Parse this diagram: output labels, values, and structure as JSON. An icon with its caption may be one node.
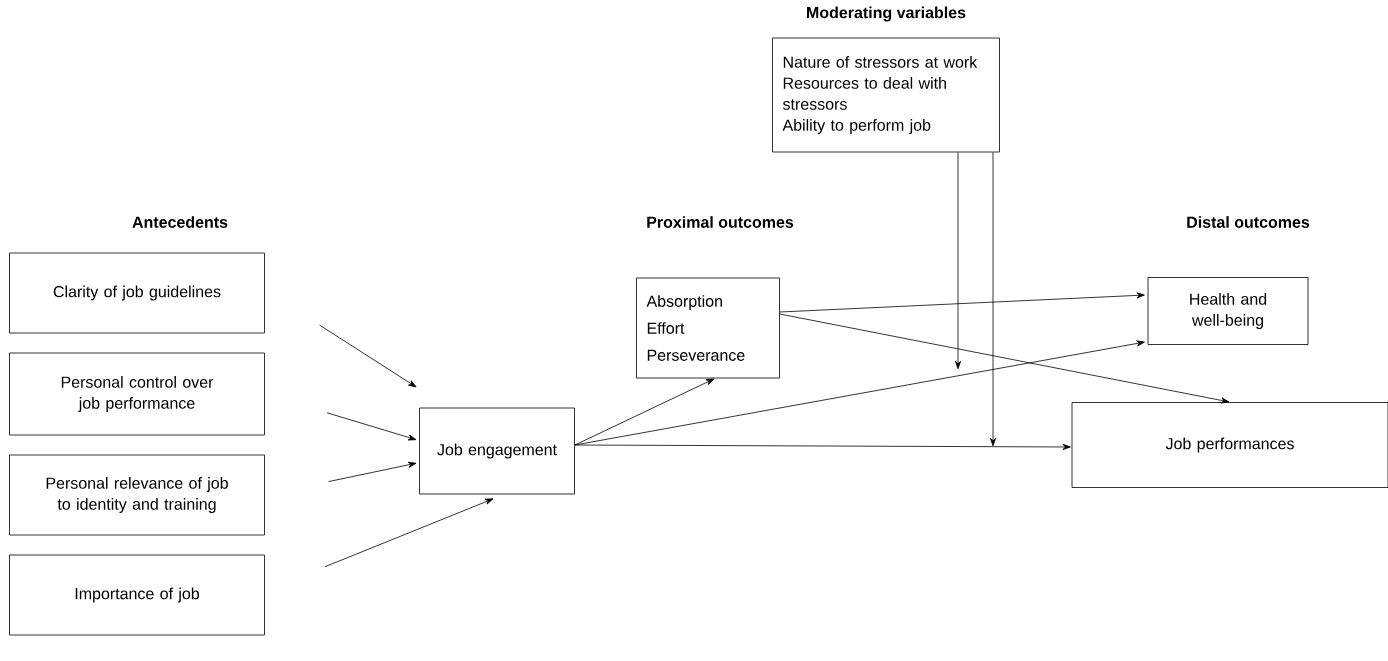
{
  "diagram": {
    "nodes": [
      {
        "text": [
          "Clarity of job guidelines"
        ]
      },
      {
        "text": [
          "Personal control over job performance"
        ]
      },
      {
        "text": [
          "Personal relevance of job to identity and training"
        ]
      },
      {
        "text": [
          "Importance of job"
        ]
      },
      {
        "text": [
          "Job engagement"
        ]
      },
      {
        "text": [
          "Absorption",
          "Effort",
          "Perseverance"
        ]
      },
      {
        "text": [
          "Nature of stressors at work",
          "Resources to deal with stressors",
          "Ability to perform job"
        ]
      },
      {
        "text": [
          "Health and well-being"
        ]
      },
      {
        "text": [
          "Job performances"
        ]
      }
    ],
    "edges": [
      {
        "from": 0,
        "to": 4,
        "arrow": "to"
      },
      {
        "from": 1,
        "to": 4,
        "arrow": "to"
      },
      {
        "from": 2,
        "to": 4,
        "arrow": "to"
      },
      {
        "from": 3,
        "to": 4,
        "arrow": "to"
      },
      {
        "from": 4,
        "to": 5,
        "arrow": "to"
      },
      {
        "from": 4,
        "to": 7,
        "arrow": "to"
      },
      {
        "from": 4,
        "to": 8,
        "arrow": "to"
      },
      {
        "from": 5,
        "to": 7,
        "arrow": "to"
      },
      {
        "from": 5,
        "to": 8,
        "arrow": "to"
      },
      {
        "from": 6,
        "to": null,
        "arrow": "to"
      },
      {
        "from": 6,
        "to": null,
        "arrow": "to"
      }
    ],
    "labels": [
      "Moderating variables",
      "Antecedents",
      "Proximal outcomes",
      "Distal outcomes"
    ]
  }
}
